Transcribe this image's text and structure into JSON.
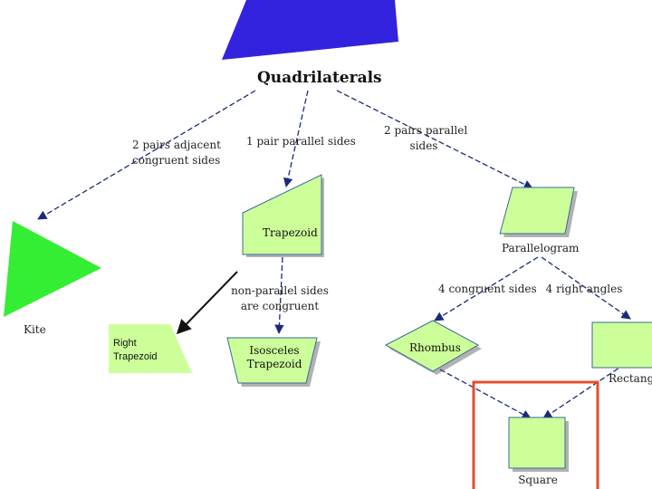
{
  "colors": {
    "shape_fill": "#ccff99",
    "kite_fill": "#33ee33",
    "top_shape_fill": "#3322dd",
    "highlight": "#e0502a",
    "arrow": "#1a2a7a"
  },
  "title": "Quadrilaterals",
  "branches": {
    "adjacent": [
      "2 pairs adjacent",
      "congruent sides"
    ],
    "one_pair": "1 pair parallel sides",
    "two_pairs": [
      "2 pairs parallel",
      "sides"
    ],
    "non_parallel": [
      "non-parallel sides",
      "are congruent"
    ],
    "four_congruent": "4 congruent sides",
    "four_right": "4 right angles"
  },
  "shapes": {
    "kite": "Kite",
    "trapezoid": "Trapezoid",
    "right_trapezoid": [
      "Right",
      "Trapezoid"
    ],
    "isosceles": [
      "Isosceles",
      "Trapezoid"
    ],
    "parallelogram": "Parallelogram",
    "rhombus": "Rhombus",
    "rectangle": "Rectangl",
    "square": "Square"
  }
}
